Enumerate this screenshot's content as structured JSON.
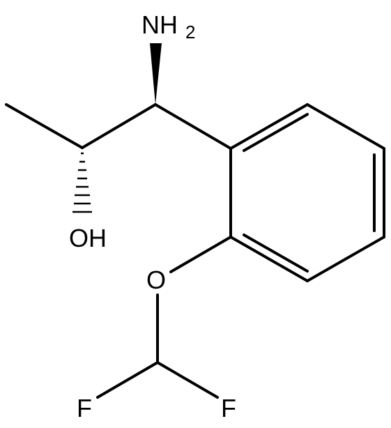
{
  "molecule": {
    "atoms": {
      "amine": {
        "text": "NH",
        "subscript": "2"
      },
      "hydroxyl": {
        "text": "OH"
      },
      "ether_oxygen": {
        "text": "O"
      },
      "fluorine_left": {
        "text": "F"
      },
      "fluorine_right": {
        "text": "F"
      }
    },
    "colors": {
      "bond": "#000000",
      "text": "#000000",
      "background": "#ffffff"
    }
  }
}
